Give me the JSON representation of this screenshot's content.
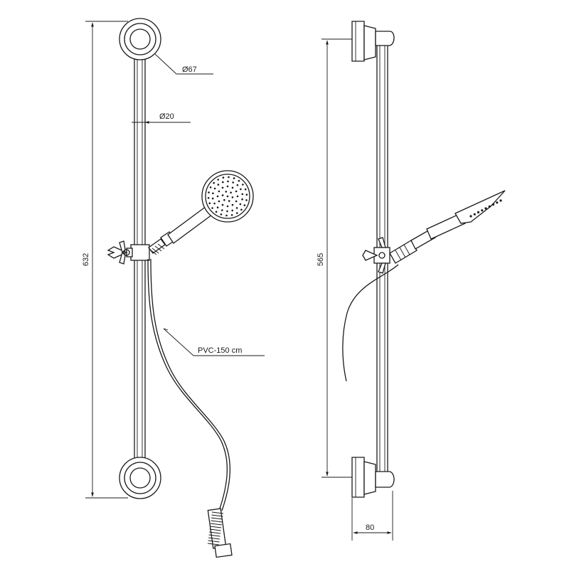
{
  "dimensions": {
    "front_height": "632",
    "side_height": "565",
    "flange_diameter": "Ø67",
    "rail_diameter": "Ø20",
    "projection": "80"
  },
  "hose_label": "PVC-150 cm"
}
